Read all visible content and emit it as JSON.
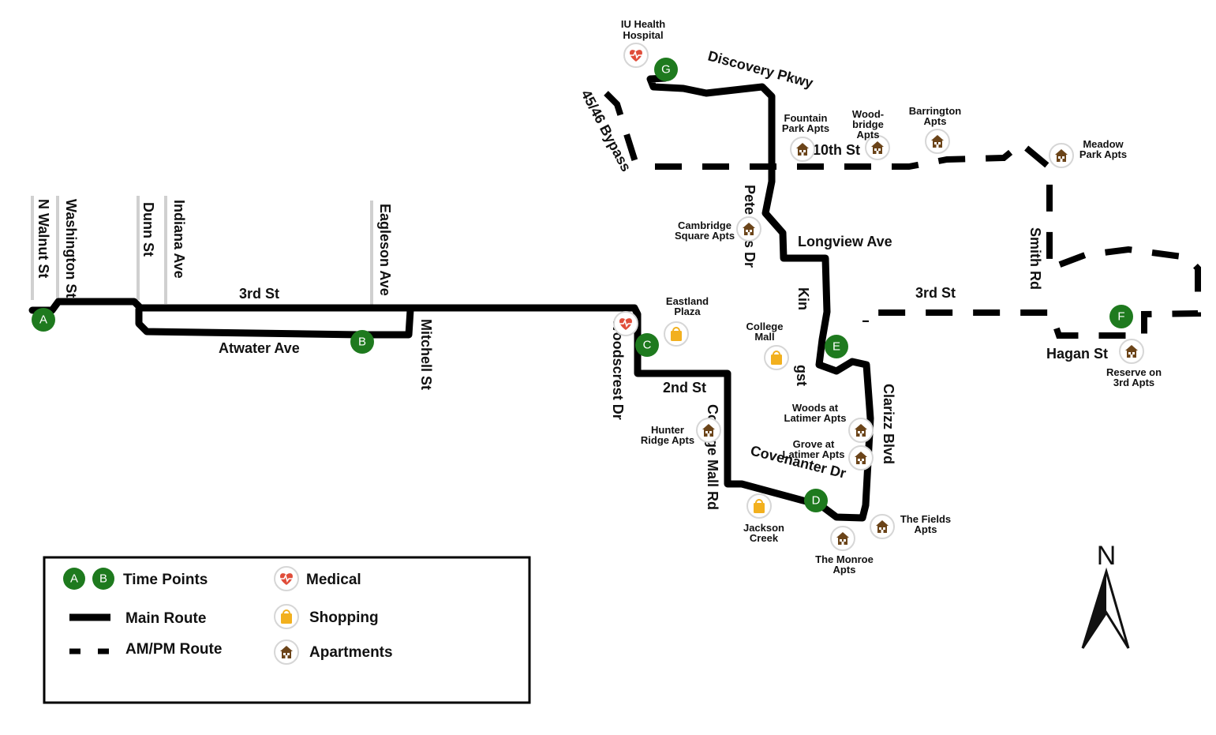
{
  "streets": {
    "n_walnut": "N Walnut St",
    "washington": "Washington St",
    "dunn": "Dunn St",
    "indiana": "Indiana Ave",
    "third_west": "3rd St",
    "eagleson": "Eagleson Ave",
    "atwater": "Atwater Ave",
    "mitchell": "Mitchell St",
    "woodscrest": "Woodscrest Dr",
    "second": "2nd St",
    "college_mall_rd": "College Mall Rd",
    "bypass": "45/46 Bypass",
    "discovery": "Discovery Pkwy",
    "tenth": "10th St",
    "pete_ellis": "Pete Ellis Dr",
    "longview": "Longview Ave",
    "kin": "Kin",
    "gst": "gst",
    "clarizz": "Clarizz Blvd",
    "covenanter": "Covenanter Dr",
    "third_east": "3rd St",
    "smith": "Smith Rd",
    "hagan": "Hagan St"
  },
  "places": {
    "iu_health": [
      "IU Health",
      "Hospital"
    ],
    "fountain_park": [
      "Fountain",
      "Park Apts"
    ],
    "woodbridge": [
      "Wood-",
      "bridge",
      "Apts"
    ],
    "barrington": [
      "Barrington",
      "Apts"
    ],
    "meadow_park": [
      "Meadow",
      "Park Apts"
    ],
    "cambridge": [
      "Cambridge",
      "Square Apts"
    ],
    "eastland": [
      "Eastland",
      "Plaza"
    ],
    "college_mall": [
      "College",
      "Mall"
    ],
    "hunter_ridge": [
      "Hunter",
      "Ridge Apts"
    ],
    "woods_latimer": [
      "Woods at",
      "Latimer Apts"
    ],
    "grove_latimer": [
      "Grove at",
      "Latimer Apts"
    ],
    "jackson_creek": [
      "Jackson",
      "Creek"
    ],
    "monroe": [
      "The Monroe",
      "Apts"
    ],
    "fields": [
      "The Fields",
      "Apts"
    ],
    "reserve": [
      "Reserve on",
      "3rd Apts"
    ]
  },
  "time_points": [
    "A",
    "B",
    "C",
    "D",
    "E",
    "F",
    "G"
  ],
  "legend": {
    "time_point_samples": [
      "A",
      "B"
    ],
    "time_points": "Time Points",
    "main_route": "Main Route",
    "ampm_route": "AM/PM Route",
    "medical": "Medical",
    "shopping": "Shopping",
    "apartments": "Apartments"
  },
  "north": "N",
  "icons": {
    "medical": "heart-pulse-icon",
    "shopping": "shopping-bag-icon",
    "apartments": "house-icon",
    "time_point": "circle-marker"
  },
  "colors": {
    "route": "#000000",
    "time_point": "#1e7a1e",
    "medical": "#e04d3a",
    "shopping": "#f2b01e",
    "apartments": "#6b4419",
    "side_street": "#d0d0d0"
  }
}
